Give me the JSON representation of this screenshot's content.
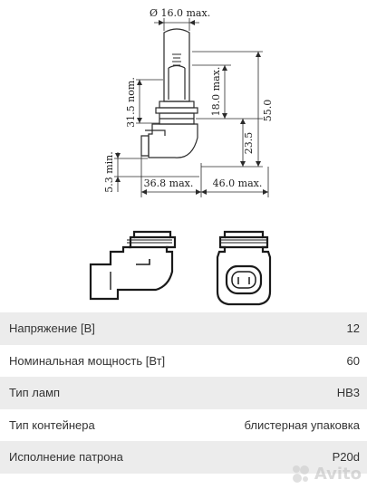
{
  "dimensions": {
    "diameter": "Ø 16.0 max.",
    "height_total": "55.0",
    "height_glass": "18.0 max.",
    "height_base": "23.5",
    "nominal": "31.5 nom.",
    "min_offset": "5.3 min.",
    "width_left": "36.8 max.",
    "width_right": "46.0 max."
  },
  "specs": [
    {
      "label": "Напряжение [В]",
      "value": "12"
    },
    {
      "label": "Номинальная мощность [Вт]",
      "value": "60"
    },
    {
      "label": "Тип ламп",
      "value": "HB3"
    },
    {
      "label": "Тип контейнера",
      "value": "блистерная упаковка"
    },
    {
      "label": "Исполнение патрона",
      "value": "P20d"
    }
  ],
  "watermark": {
    "text": "Avito"
  }
}
